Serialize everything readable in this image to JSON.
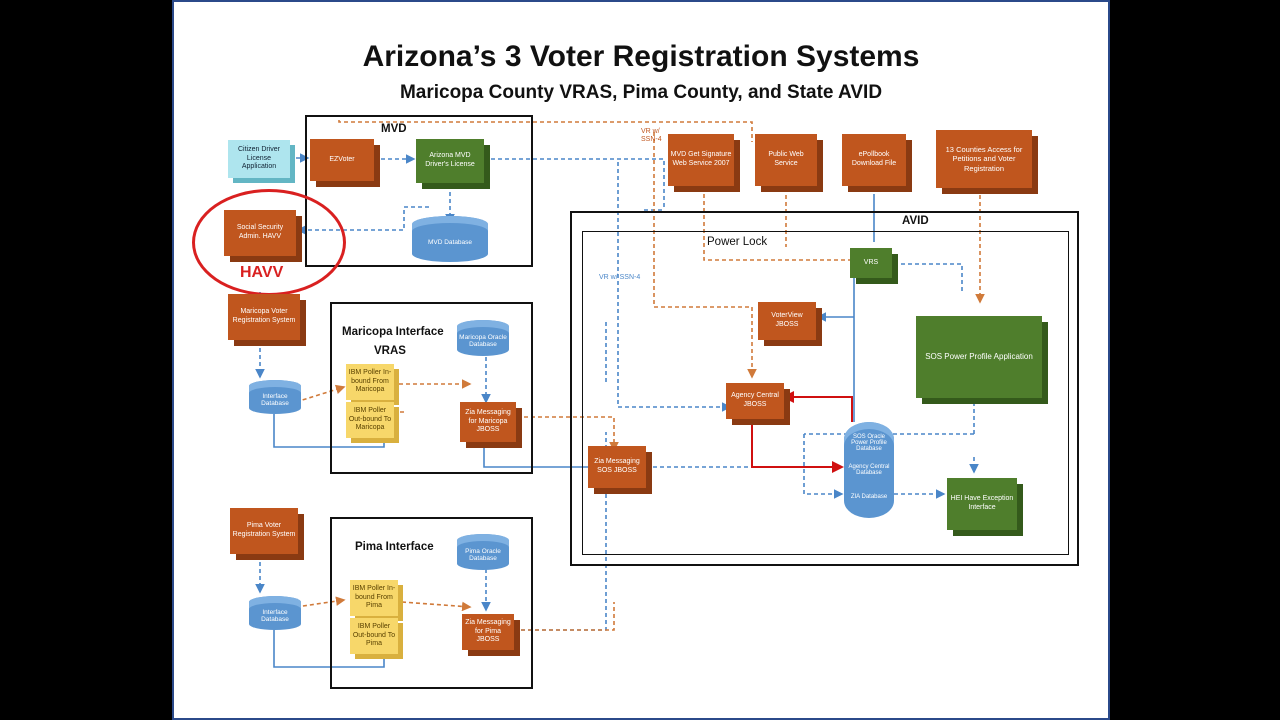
{
  "title": "Arizona’s 3 Voter Registration Systems",
  "subtitle": "Maricopa County VRAS, Pima County, and State AVID",
  "frames": {
    "mvd": "MVD",
    "avid": "AVID",
    "power_lock": "Power Lock",
    "maricopa_interface": "Maricopa Interface",
    "vras": "VRAS",
    "pima_interface": "Pima Interface"
  },
  "highlight_label": "HAVV",
  "edge_labels": {
    "vr_ssn_top": "VR w/ SSN-4",
    "vr_ssn_side": "VR w/ SSN-4"
  },
  "nodes": {
    "citizen_app": "Citizen Driver License Application",
    "ezvoter": "EZVoter",
    "az_mvd": "Arizona MVD Driver's License",
    "mvd_db": "MVD Database",
    "ssa": "Social Security Admin. HAVV",
    "mvd_sig": "MVD Get Signature Web Service 2007",
    "public_web": "Public Web Service",
    "epollbook": "ePollbook Download File",
    "counties": "13 Counties Access for Petitions and Voter Registration",
    "vrs": "VRS",
    "voterview": "VoterView JBOSS",
    "sos_profile": "SOS Power Profile Application",
    "agency_central": "Agency Central JBOSS",
    "sos_db_1": "SOS Oracle Power Profile Database",
    "sos_db_2": "Agency Central Database",
    "sos_db_3": "ZIA Database",
    "hei": "HEI Have Exception Interface",
    "zia_sos": "Zia Messaging SOS JBOSS",
    "maricopa_vrs": "Maricopa Voter Registration System",
    "maricopa_iface_db": "Interface Database",
    "maricopa_oracle": "Maricopa Oracle Database",
    "ibm_in_maricopa": "IBM Poller In-bound From Maricopa",
    "ibm_out_maricopa": "IBM Poller Out-bound To Maricopa",
    "zia_maricopa": "Zia Messaging for Maricopa JBOSS",
    "pima_vrs": "Pima Voter Registration System",
    "pima_iface_db": "Interface Database",
    "pima_oracle": "Pima Oracle Database",
    "ibm_in_pima": "IBM Poller In-bound From Pima",
    "ibm_out_pima": "IBM Poller Out-bound To Pima",
    "zia_pima": "Zia Messaging for Pima JBOSS"
  },
  "colors": {
    "orange": "#c0561e",
    "green": "#4f7e2c",
    "blue": "#5b95d0",
    "yellow": "#f7d76a",
    "cyan": "#aee5ee",
    "highlight": "#d92020",
    "frame_border": "#2b4a8a"
  }
}
